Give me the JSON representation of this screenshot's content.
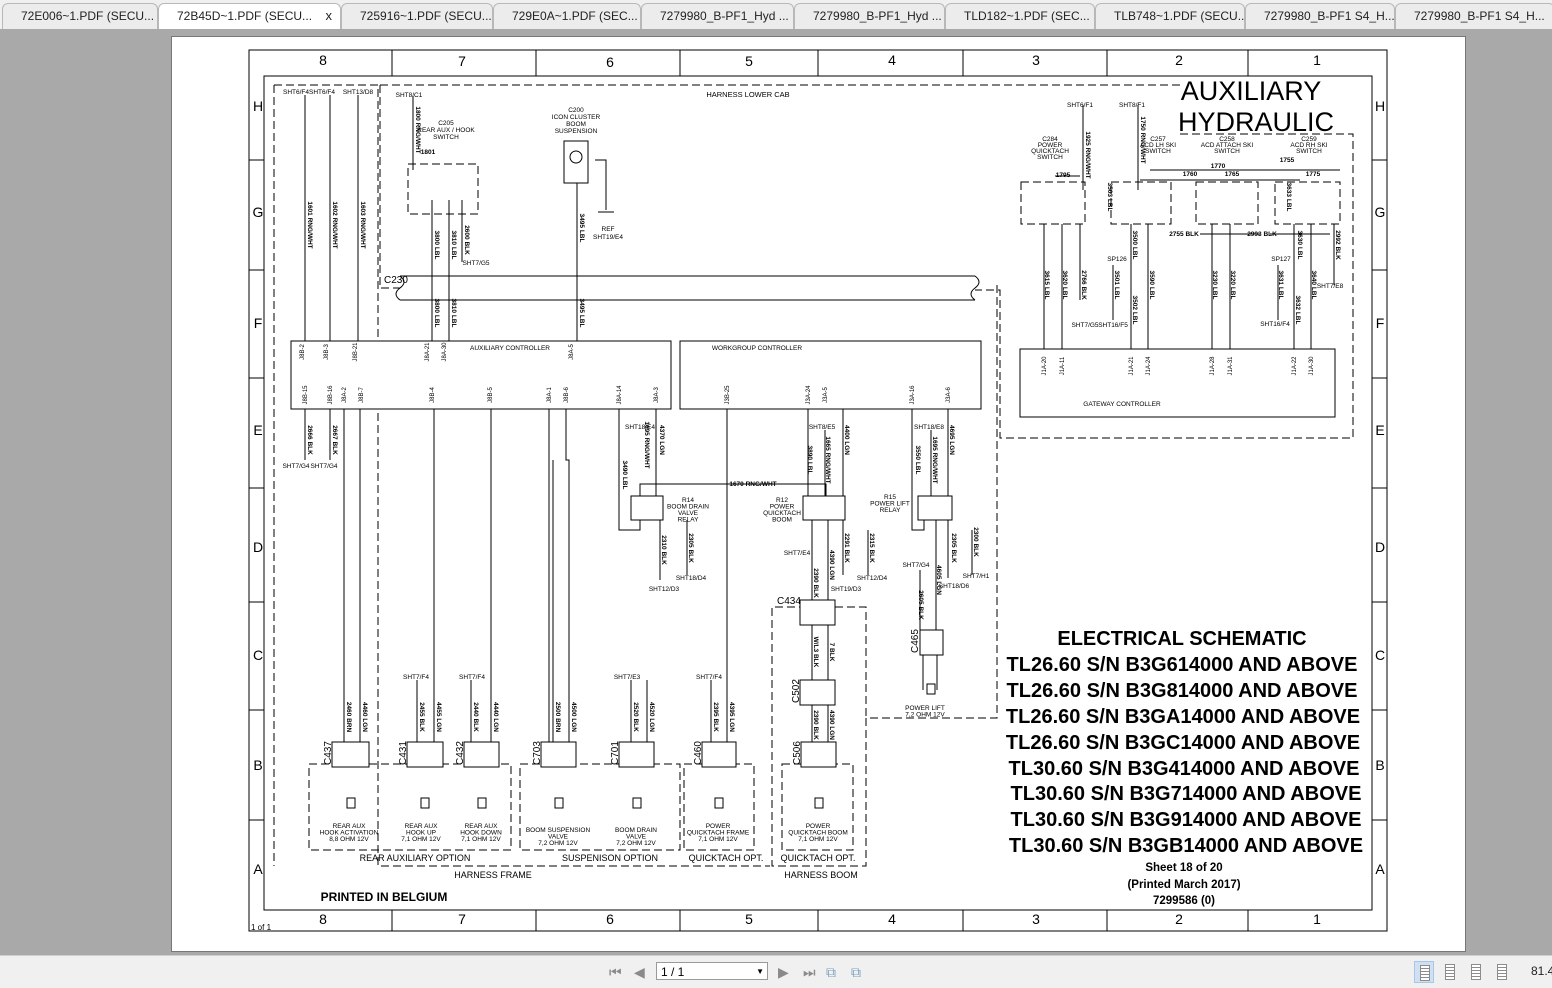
{
  "tabs": [
    {
      "label": "72E006~1.PDF (SECU..."
    },
    {
      "label": "72B45D~1.PDF (SECU...",
      "active": true,
      "close": "x"
    },
    {
      "label": "725916~1.PDF (SECU..."
    },
    {
      "label": "729E0A~1.PDF (SEC..."
    },
    {
      "label": "7279980_B-PF1_Hyd ..."
    },
    {
      "label": "7279980_B-PF1_Hyd ..."
    },
    {
      "label": "TLD182~1.PDF (SEC..."
    },
    {
      "label": "TLB748~1.PDF (SECU..."
    },
    {
      "label": "7279980_B-PF1 S4_H..."
    },
    {
      "label": "7279980_B-PF1 S4_H..."
    }
  ],
  "toolbar": {
    "first_icon": "first-page-icon",
    "prev_icon": "previous-page-icon",
    "page_value": "1 / 1",
    "next_icon": "next-page-icon",
    "last_icon": "last-page-icon",
    "zoom_value": "81.4",
    "view_mode_active": "single-page"
  },
  "schematic": {
    "title": [
      "AUXILIARY",
      "HYDRAULIC"
    ],
    "columns": [
      "8",
      "7",
      "6",
      "5",
      "4",
      "3",
      "2",
      "1"
    ],
    "rows": [
      "H",
      "G",
      "F",
      "E",
      "D",
      "C",
      "B",
      "A"
    ],
    "heading": "ELECTRICAL SCHEMATIC",
    "models": [
      "TL26.60 S/N B3G614000 AND ABOVE",
      "TL26.60 S/N B3G814000 AND ABOVE",
      "TL26.60 S/N B3GA14000 AND ABOVE",
      "TL26.60 S/N B3GC14000 AND ABOVE",
      "TL30.60 S/N B3G414000 AND ABOVE",
      "TL30.60 S/N B3G714000 AND ABOVE",
      "TL30.60 S/N B3G914000 AND ABOVE",
      "TL30.60 S/N B3GB14000 AND ABOVE"
    ],
    "sheet": "Sheet 18 of 20",
    "printed_date": "(Printed March 2017)",
    "doc_number": "7299586 (0)",
    "printed_in": "PRINTED IN BELGIUM",
    "page_of": "1 of 1",
    "harness": {
      "lower_cab": "HARNESS LOWER CAB",
      "rear_aux": "REAR AUXILIARY OPTION",
      "suspension": "SUSPENISON OPTION",
      "quicktach_frame": "QUICKTACH OPT.",
      "quicktach_boom": "QUICKTACH OPT.",
      "frame": "HARNESS FRAME",
      "boom": "HARNESS BOOM"
    },
    "controllers": {
      "auxiliary": "AUXILIARY CONTROLLER",
      "workgroup": "WORKGROUP CONTROLLER",
      "gateway": "GATEWAY CONTROLLER"
    },
    "pins": {
      "aux_top": [
        "J8B-2",
        "J8B-3",
        "J8B-21",
        "J8A-21",
        "J8A-30",
        "J8A-5"
      ],
      "aux_bottom": [
        "J8B-15",
        "J8B-16",
        "J8A-2",
        "J8B-7",
        "J8B-4",
        "J8B-5",
        "J8A-1",
        "J8B-6",
        "J8A-14",
        "J8A-3"
      ],
      "workgroup": [
        "J3B-25",
        "J3A-24",
        "J3A-5",
        "J3A-16",
        "J3A-6"
      ],
      "gateway": [
        "J1A-20",
        "J1A-11",
        "J1A-21",
        "J1A-24",
        "J1A-28",
        "J1A-31",
        "J1A-22",
        "J1A-30"
      ]
    },
    "connectors": [
      "C230",
      "C437",
      "C431",
      "C432",
      "C703",
      "C701",
      "C460",
      "C506",
      "C502",
      "C434",
      "C465"
    ],
    "components": {
      "c205": [
        "C205",
        "REAR AUX / HOOK",
        "SWITCH"
      ],
      "c200": [
        "C200",
        "ICON CLUSTER",
        "BOOM",
        "SUSPENSION"
      ],
      "c284": [
        "C284",
        "POWER",
        "QUICKTACH",
        "SWITCH"
      ],
      "c257": [
        "C257",
        "ACD LH SKI",
        "SWITCH"
      ],
      "c258": [
        "C258",
        "ACD ATTACH SKI",
        "SWITCH"
      ],
      "c259": [
        "C259",
        "ACD RH SKI",
        "SWITCH"
      ],
      "r14": [
        "R14",
        "BOOM DRAIN",
        "VALVE",
        "RELAY"
      ],
      "r12": [
        "R12",
        "POWER",
        "QUICKTACH",
        "BOOM"
      ],
      "r15": [
        "R15",
        "POWER LIFT",
        "RELAY"
      ],
      "load_c437": [
        "REAR AUX",
        "HOOK ACTIVATION",
        "8,8 OHM 12V"
      ],
      "load_c431": [
        "REAR AUX",
        "HOOK UP",
        "7,1 OHM 12V"
      ],
      "load_c432": [
        "REAR AUX",
        "HOOK DOWN",
        "7,1 OHM 12V"
      ],
      "load_c703": [
        "BOOM SUSPENSION",
        "VALVE",
        "7,2 OHM 12V"
      ],
      "load_c701": [
        "BOOM DRAIN",
        "VALVE",
        "7,2 OHM 12V"
      ],
      "load_c460": [
        "POWER",
        "QUICKTACH FRAME",
        "7,1 OHM 12V"
      ],
      "load_c506": [
        "POWER",
        "QUICKTACH BOOM",
        "7,1 OHM 12V"
      ],
      "load_c465": [
        "POWER LIFT",
        "7,2 OHM 12V"
      ]
    },
    "splice_1801": "1801",
    "wires": [
      "1601 RNG/WHT",
      "1602 RNG/WHT",
      "1603 RNG/WHT",
      "1800 RNG/WHT",
      "3800 LBL",
      "3810 LBL",
      "2600 BLK",
      "3495 LBL",
      "3800 LBL",
      "3810 LBL",
      "3495 LBL",
      "2666 BLK",
      "2667 BLK",
      "3490 LBL",
      "1695 RNG/WHT",
      "4370 LGN",
      "3890 LBL",
      "1665 RNG/WHT",
      "4400 LGN",
      "3550 LBL",
      "1695 RNG/WHT",
      "4695 LGN",
      "1670 RNG/WHT",
      "2310 BLK",
      "2305 BLK",
      "2291 BLK",
      "2315 BLK",
      "2305 BLK",
      "2300 BLK",
      "4390 LGN",
      "2390 BLK",
      "W/L3 BLK",
      "7 BLK",
      "2390 BLK",
      "4390 LGN",
      "2605 BLK",
      "4605 LGN",
      "2460 BRN",
      "4460 LGN",
      "2455 BLK",
      "4455 LGN",
      "2440 BLK",
      "4440 LGN",
      "2500 BRN",
      "4500 LGN",
      "2520 BLK",
      "4520 LGN",
      "2395 BLK",
      "4395 LGN",
      "1925 RNG/WHT",
      "1750 RNG/WHT",
      "1795",
      "1770",
      "1755",
      "1760",
      "1765",
      "1775",
      "3503 LBL",
      "3633 LBL",
      "2755 BLK",
      "2993 BLK",
      "3500 LBL",
      "3630 LBL",
      "2992 BLK",
      "3615 LBL",
      "3620 LBL",
      "2766 BLK",
      "3501 LBL",
      "3502 LBL",
      "3590 LBL",
      "3230 LBL",
      "3220 LBL",
      "3631 LBL",
      "3632 LBL",
      "3640 LBL"
    ],
    "refs": [
      "SHT6/F4",
      "SHT6/F4",
      "SHT13/D8",
      "SHT8/C1",
      "SHT7/G5",
      "REF",
      "SHT19/E4",
      "SHT7/G4",
      "SHT7/G4",
      "SHT18/E4",
      "SHT8/E5",
      "SHT18/E8",
      "SHT12/D3",
      "SHT18/D4",
      "SHT7/E4",
      "SHT19/D3",
      "SHT12/D4",
      "SHT7/G4",
      "SHT18/D6",
      "SHT7/H1",
      "SHT7/F4",
      "SHT7/F4",
      "SHT7/E3",
      "SHT7/F4",
      "SHT6/F1",
      "SHT8/F1",
      "SHT7/G5",
      "SHT16/F5",
      "SHT7/E8",
      "SHT16/F4",
      "SP126",
      "SP127"
    ]
  }
}
